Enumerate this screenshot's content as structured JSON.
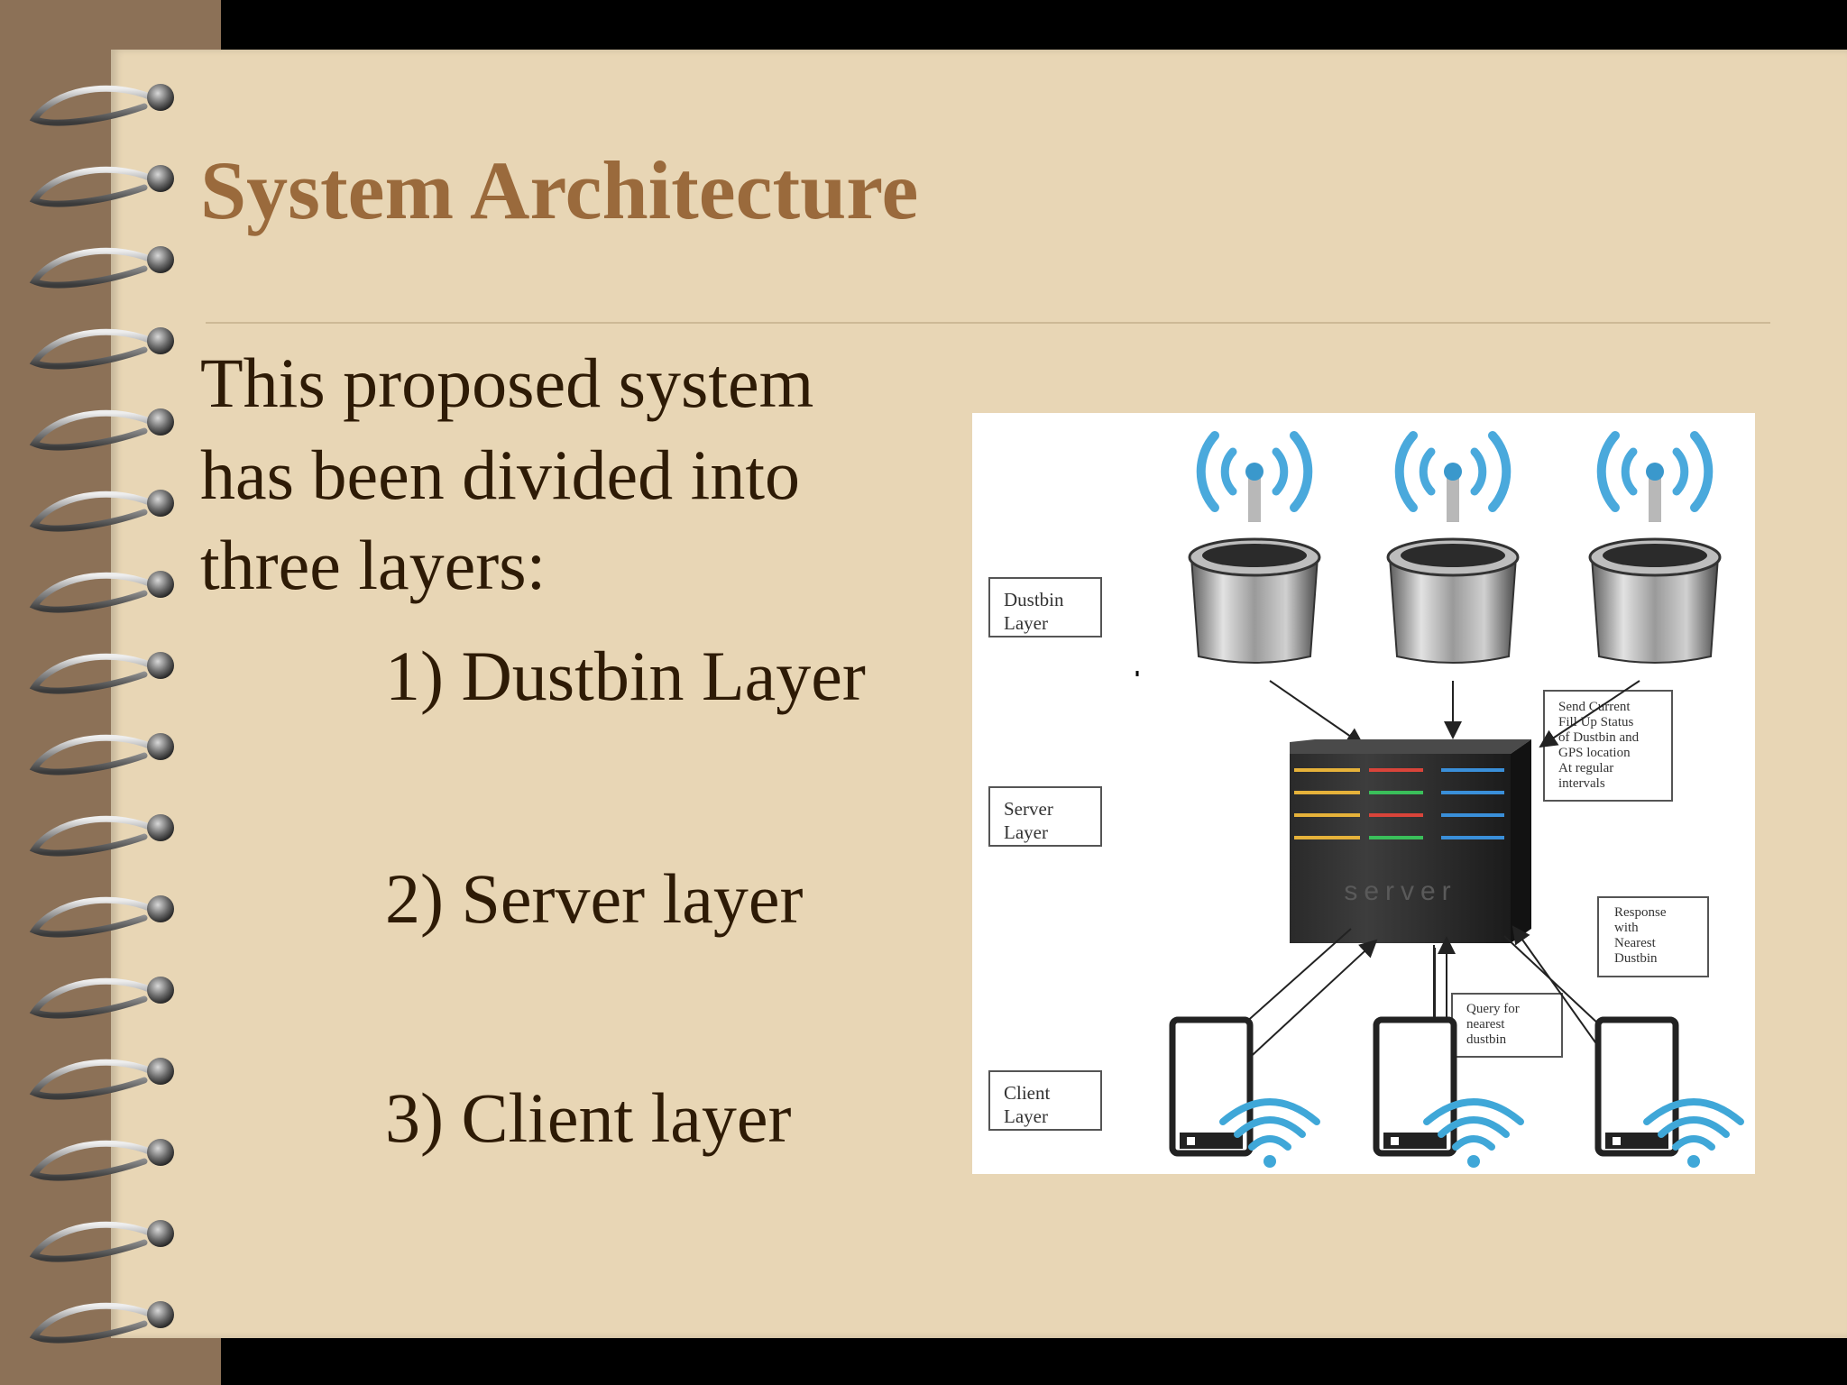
{
  "slide": {
    "title": "System Architecture",
    "intro_lines": [
      "This proposed system",
      "has been divided into",
      "three layers:"
    ],
    "layers": [
      "1) Dustbin Layer",
      "2) Server layer",
      "3) Client layer"
    ]
  },
  "diagram": {
    "layer_labels": {
      "dustbin": [
        "Dustbin",
        "Layer"
      ],
      "server": [
        "Server",
        "Layer"
      ],
      "client": [
        "Client",
        "Layer"
      ]
    },
    "notes": {
      "send_status": [
        "Send Current",
        "Fill Up Status",
        "of Dustbin and",
        "GPS location",
        "At regular",
        "intervals"
      ],
      "response": [
        "Response",
        "with",
        "Nearest",
        "Dustbin"
      ],
      "query": [
        "Query for",
        "nearest",
        "dustbin"
      ]
    },
    "server_label": "server"
  },
  "colors": {
    "title": "#9a6a3c",
    "body_text": "#2e1b06",
    "paper": "#e8d6b5",
    "wifi_blue": "#3fa7d8"
  },
  "icons": [
    "wifi-signal-icon",
    "dustbin-icon",
    "server-icon",
    "smartphone-icon",
    "wifi-icon"
  ]
}
